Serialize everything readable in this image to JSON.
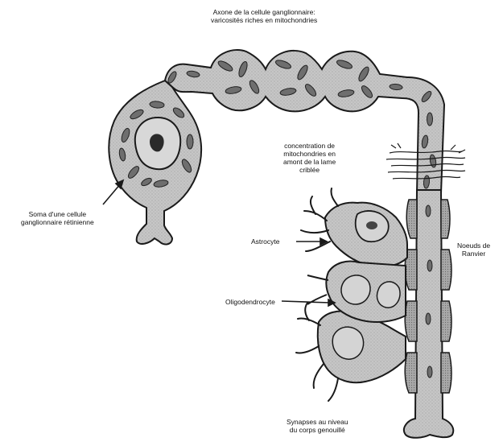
{
  "labels": {
    "axon": [
      "Axone de la cellule ganglionnaire:",
      "varicosités riches en mitochondries"
    ],
    "soma": [
      "Soma d'une cellule",
      "ganglionnaire rétinienne"
    ],
    "concentration": [
      "concentration de",
      "mitochondries en",
      "amont de la lame",
      "criblée"
    ],
    "astrocyte": [
      "Astrocyte"
    ],
    "oligodendrocyte": [
      "Oligodendrocyte"
    ],
    "ranvier": [
      "Noeuds de",
      "Ranvier"
    ],
    "synapses": [
      "Synapses au niveau",
      "du corps genouillé"
    ]
  },
  "colors": {
    "cell_fill": "#c4c4c4",
    "cell_outline": "#1a1a1a",
    "organelle": "#6e6e6e",
    "nucleus": "#d6d6d6",
    "background": "#ffffff"
  }
}
